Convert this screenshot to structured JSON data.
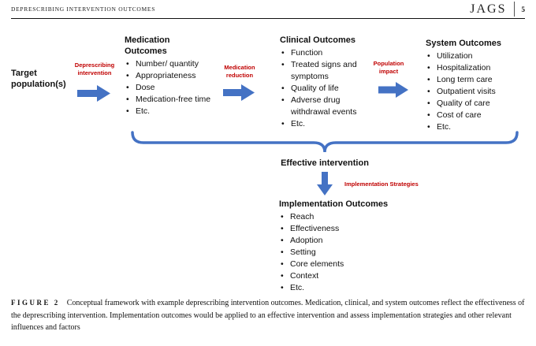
{
  "header": {
    "running_title": "DEPRESCRIBING INTERVENTION OUTCOMES",
    "journal": "JAGS",
    "page_number": "5"
  },
  "diagram": {
    "target_label": "Target population(s)",
    "flow_labels": {
      "first": "Deprescribing intervention",
      "second": "Medication reduction",
      "third": "Population impact"
    },
    "medication": {
      "title": "Medication Outcomes",
      "items": [
        "Number/ quantity",
        "Appropriateness",
        "Dose",
        "Medication-free time",
        "Etc."
      ]
    },
    "clinical": {
      "title": "Clinical Outcomes",
      "items": [
        "Function",
        "Treated signs and symptoms",
        "Quality of life",
        "Adverse drug withdrawal events",
        "Etc."
      ]
    },
    "system": {
      "title": "System Outcomes",
      "items": [
        "Utilization",
        "Hospitalization",
        "Long term care",
        "Outpatient visits",
        "Quality of care",
        "Cost of care",
        "Etc."
      ]
    },
    "effective_label": "Effective intervention",
    "strategies_label": "Implementation Strategies",
    "implementation": {
      "title": "Implementation Outcomes",
      "items": [
        "Reach",
        "Effectiveness",
        "Adoption",
        "Setting",
        "Core elements",
        "Context",
        "Etc."
      ]
    }
  },
  "caption": {
    "label": "FIGURE 2",
    "text": "Conceptual framework with example deprescribing intervention outcomes. Medication, clinical, and system outcomes reflect the effectiveness of the deprescribing intervention. Implementation outcomes would be applied to an effective intervention and assess implementation strategies and other relevant influences and factors"
  },
  "colors": {
    "arrow_blue": "#4472c4",
    "label_red": "#c00000"
  }
}
